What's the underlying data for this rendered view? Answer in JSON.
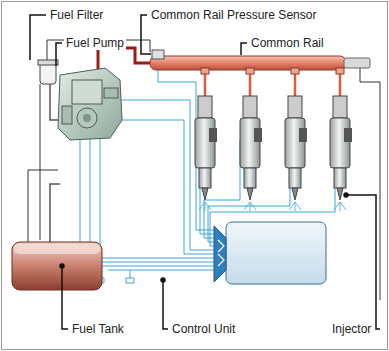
{
  "diagram": {
    "labels": [
      "Fuel Filter",
      "Fuel Pump",
      "Common Rail Pressure Sensor",
      "Common Rail",
      "Fuel Tank",
      "Control Unit",
      "Injector"
    ]
  }
}
